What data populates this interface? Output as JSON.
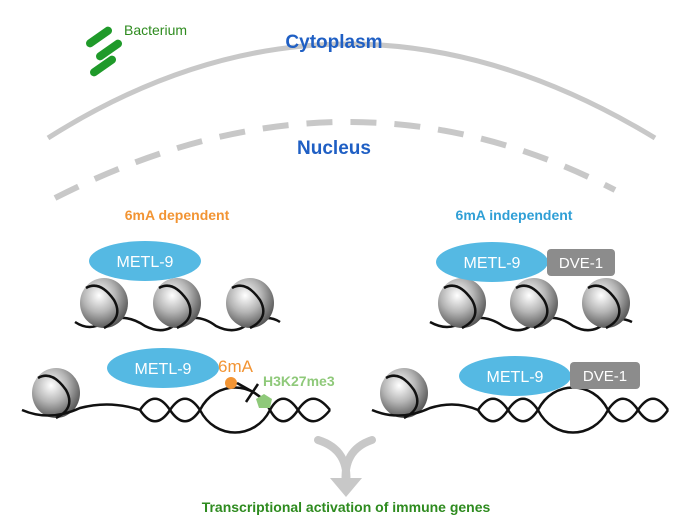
{
  "labels": {
    "bacterium": "Bacterium",
    "cytoplasm": "Cytoplasm",
    "nucleus": "Nucleus",
    "left_heading": "6mA dependent",
    "right_heading": "6mA independent",
    "metl9": "METL-9",
    "dve1": "DVE-1",
    "mark_6ma": "6mA",
    "mark_h3k27me3": "H3K27me3",
    "outcome": "Transcriptional activation of immune genes"
  },
  "colors": {
    "blue_text": "#1f5fc4",
    "orange": "#f29433",
    "green_text": "#2e8b1f",
    "light_green": "#8fc97a",
    "heading_blue": "#2f9fd6",
    "ellipse_fill": "#55b9e3",
    "gray_box": "#8c8c8c",
    "membrane_gray": "#c8c8c8",
    "bacterium_green": "#1f9a2a"
  }
}
